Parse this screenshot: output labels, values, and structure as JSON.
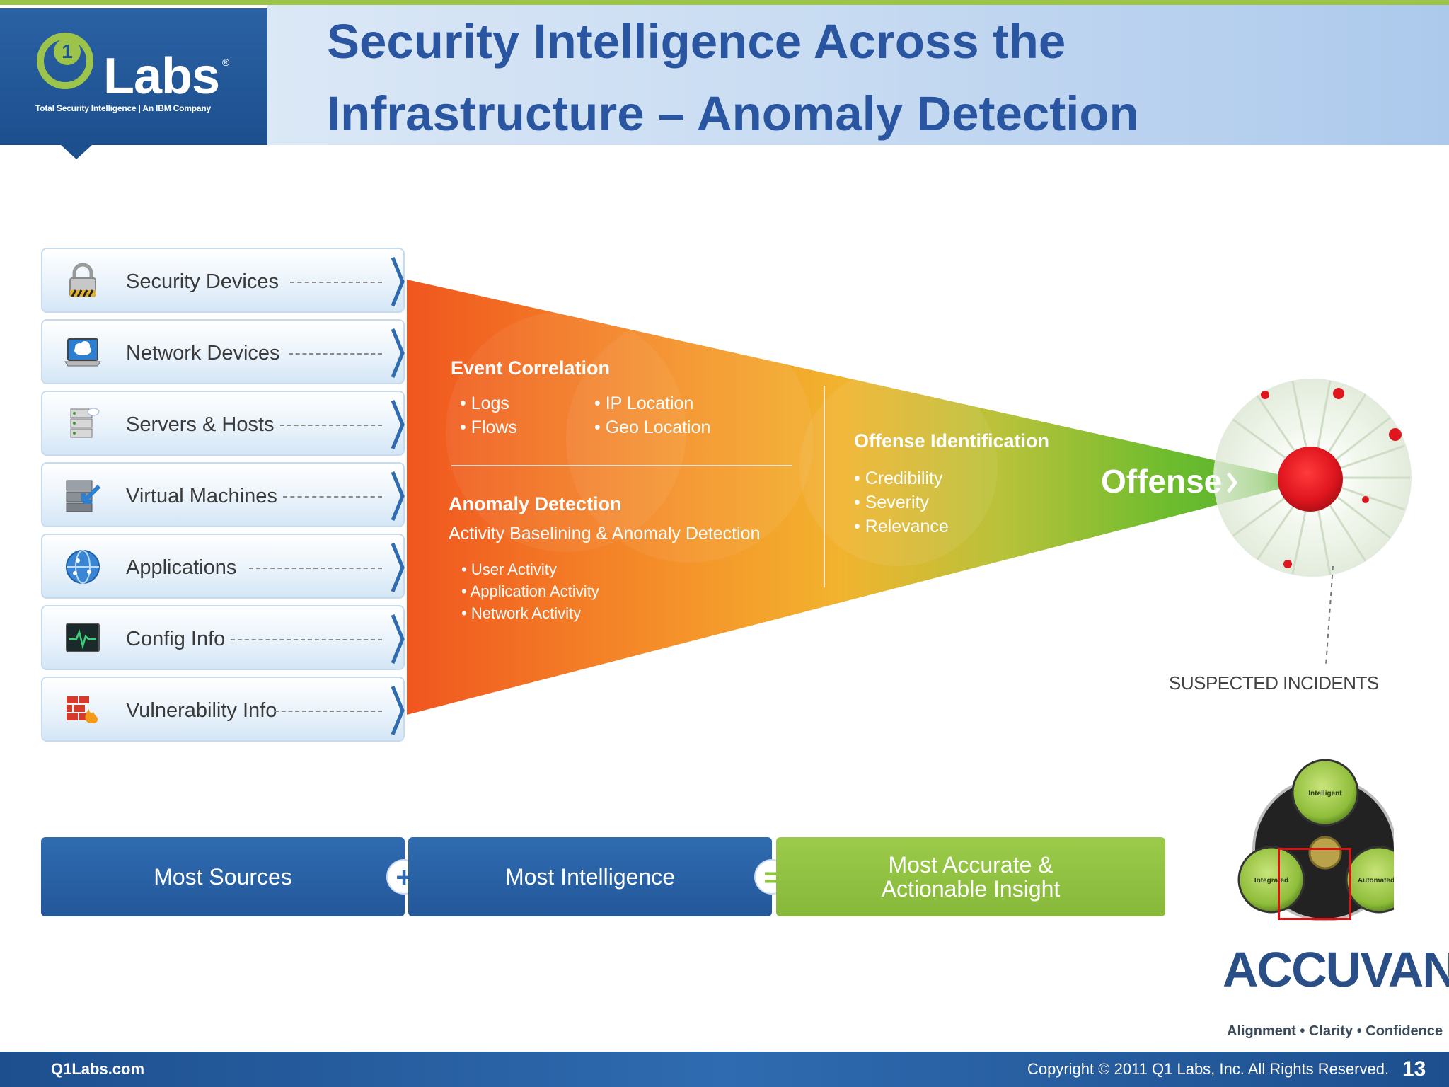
{
  "header": {
    "title_line1": "Security Intelligence Across the",
    "title_line2": "Infrastructure – Anomaly Detection"
  },
  "logo": {
    "digit": "1",
    "name": "Labs",
    "registered": "®",
    "tagline": "Total Security Intelligence | An IBM Company"
  },
  "sources": [
    {
      "label": "Security Devices",
      "icon": "padlock-icon"
    },
    {
      "label": "Network Devices",
      "icon": "laptop-cloud-icon"
    },
    {
      "label": "Servers & Hosts",
      "icon": "server-icon"
    },
    {
      "label": "Virtual Machines",
      "icon": "virtual-machine-icon"
    },
    {
      "label": "Applications",
      "icon": "globe-icon"
    },
    {
      "label": "Config Info",
      "icon": "heartbeat-monitor-icon"
    },
    {
      "label": "Vulnerability Info",
      "icon": "firewall-fire-icon"
    }
  ],
  "funnel": {
    "event_correlation": {
      "title": "Event Correlation",
      "items_left": [
        "Logs",
        "Flows"
      ],
      "items_right": [
        "IP Location",
        "Geo Location"
      ]
    },
    "anomaly_detection": {
      "title": "Anomaly Detection",
      "subtitle": "Activity Baselining & Anomaly Detection",
      "items": [
        "User Activity",
        "Application Activity",
        "Network Activity"
      ]
    },
    "offense_identification": {
      "title": "Offense Identification",
      "items": [
        "Credibility",
        "Severity",
        "Relevance"
      ]
    },
    "offense_label": "Offense",
    "suspected_incidents": "SUSPECTED INCIDENTS"
  },
  "equation": {
    "box1": "Most Sources",
    "op1": "+",
    "box2": "Most Intelligence",
    "op2": "=",
    "box3_line1": "Most Accurate &",
    "box3_line2": "Actionable Insight"
  },
  "triad": {
    "top": "Intelligent",
    "left": "Integrated",
    "right": "Automated"
  },
  "accuvant": {
    "name": "ACCUVANT",
    "tagline": "Alignment • Clarity • Confidence"
  },
  "footer": {
    "url": "Q1Labs.com",
    "copyright": "Copyright © 2011 Q1 Labs, Inc. All Rights Reserved.",
    "page": "13"
  },
  "colors": {
    "brand_blue": "#2a55a0",
    "brand_green": "#9cc44a",
    "funnel_orange": "#f26a22",
    "funnel_green": "#5cb82e",
    "offense_red": "#e0161f"
  }
}
